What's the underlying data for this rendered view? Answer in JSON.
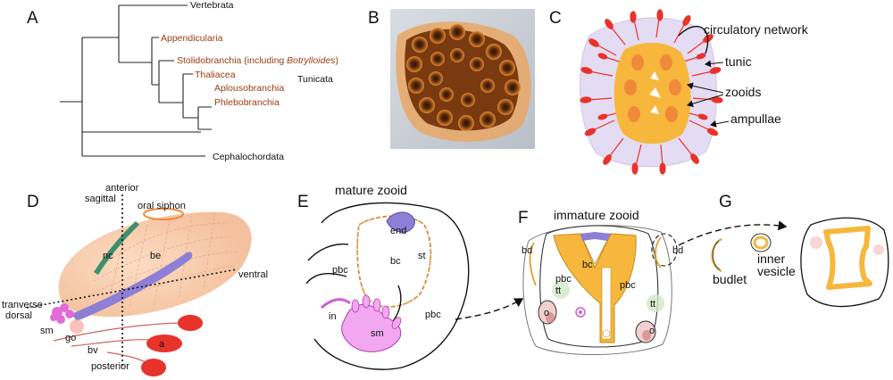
{
  "panels": {
    "a": "A",
    "b": "B",
    "c": "C",
    "d": "D",
    "e": "E",
    "f": "F",
    "g": "G"
  },
  "tree": {
    "vertebrata": "Vertebrata",
    "appendicularia": "Appendicularia",
    "stolido_prefix": "Stolidobranchia (including ",
    "stolido_italic": "Botrylloides",
    "stolido_suffix": ")",
    "thaliacea": "Thaliacea",
    "aplouso": "Aplousobranchia",
    "phlebo": "Phlebobranchia",
    "tunicata": "Tunicata",
    "cephalo": "Cephalochordata"
  },
  "colony": {
    "circulatory": "circulatory network",
    "tunic": "tunic",
    "zooids": "zooids",
    "ampullae": "ampullae"
  },
  "zooid_d": {
    "anterior": "anterior",
    "sagittal": "sagittal",
    "oral_siphon": "oral siphon",
    "ventral": "ventral",
    "transverse": "tranverse",
    "dorsal": "dorsal",
    "posterior": "posterior",
    "nc": "nc",
    "be": "be",
    "sm": "sm",
    "go": "go",
    "bv": "bv",
    "a": "a"
  },
  "mature": {
    "title": "mature zooid",
    "end": "end",
    "bc": "bc",
    "st": "st",
    "pbc": "pbc",
    "in": "in",
    "sm": "sm"
  },
  "immature": {
    "title": "immature zooid",
    "bd": "bd",
    "bc": "bc",
    "pbc": "pbc",
    "tt": "tt",
    "o": "o"
  },
  "bud": {
    "budlet": "budlet",
    "inner": "inner",
    "vesicle": "vesicle"
  },
  "colors": {
    "tree_red": "#9a3b12",
    "zooid_orange": "#f6b73c",
    "ampullae_red": "#e8332b",
    "tunic_lavender": "#e4dcf2",
    "endostyle_purple": "#8e7fd6",
    "pink_sm": "#e36bd7",
    "peach": "#f8cfae"
  }
}
